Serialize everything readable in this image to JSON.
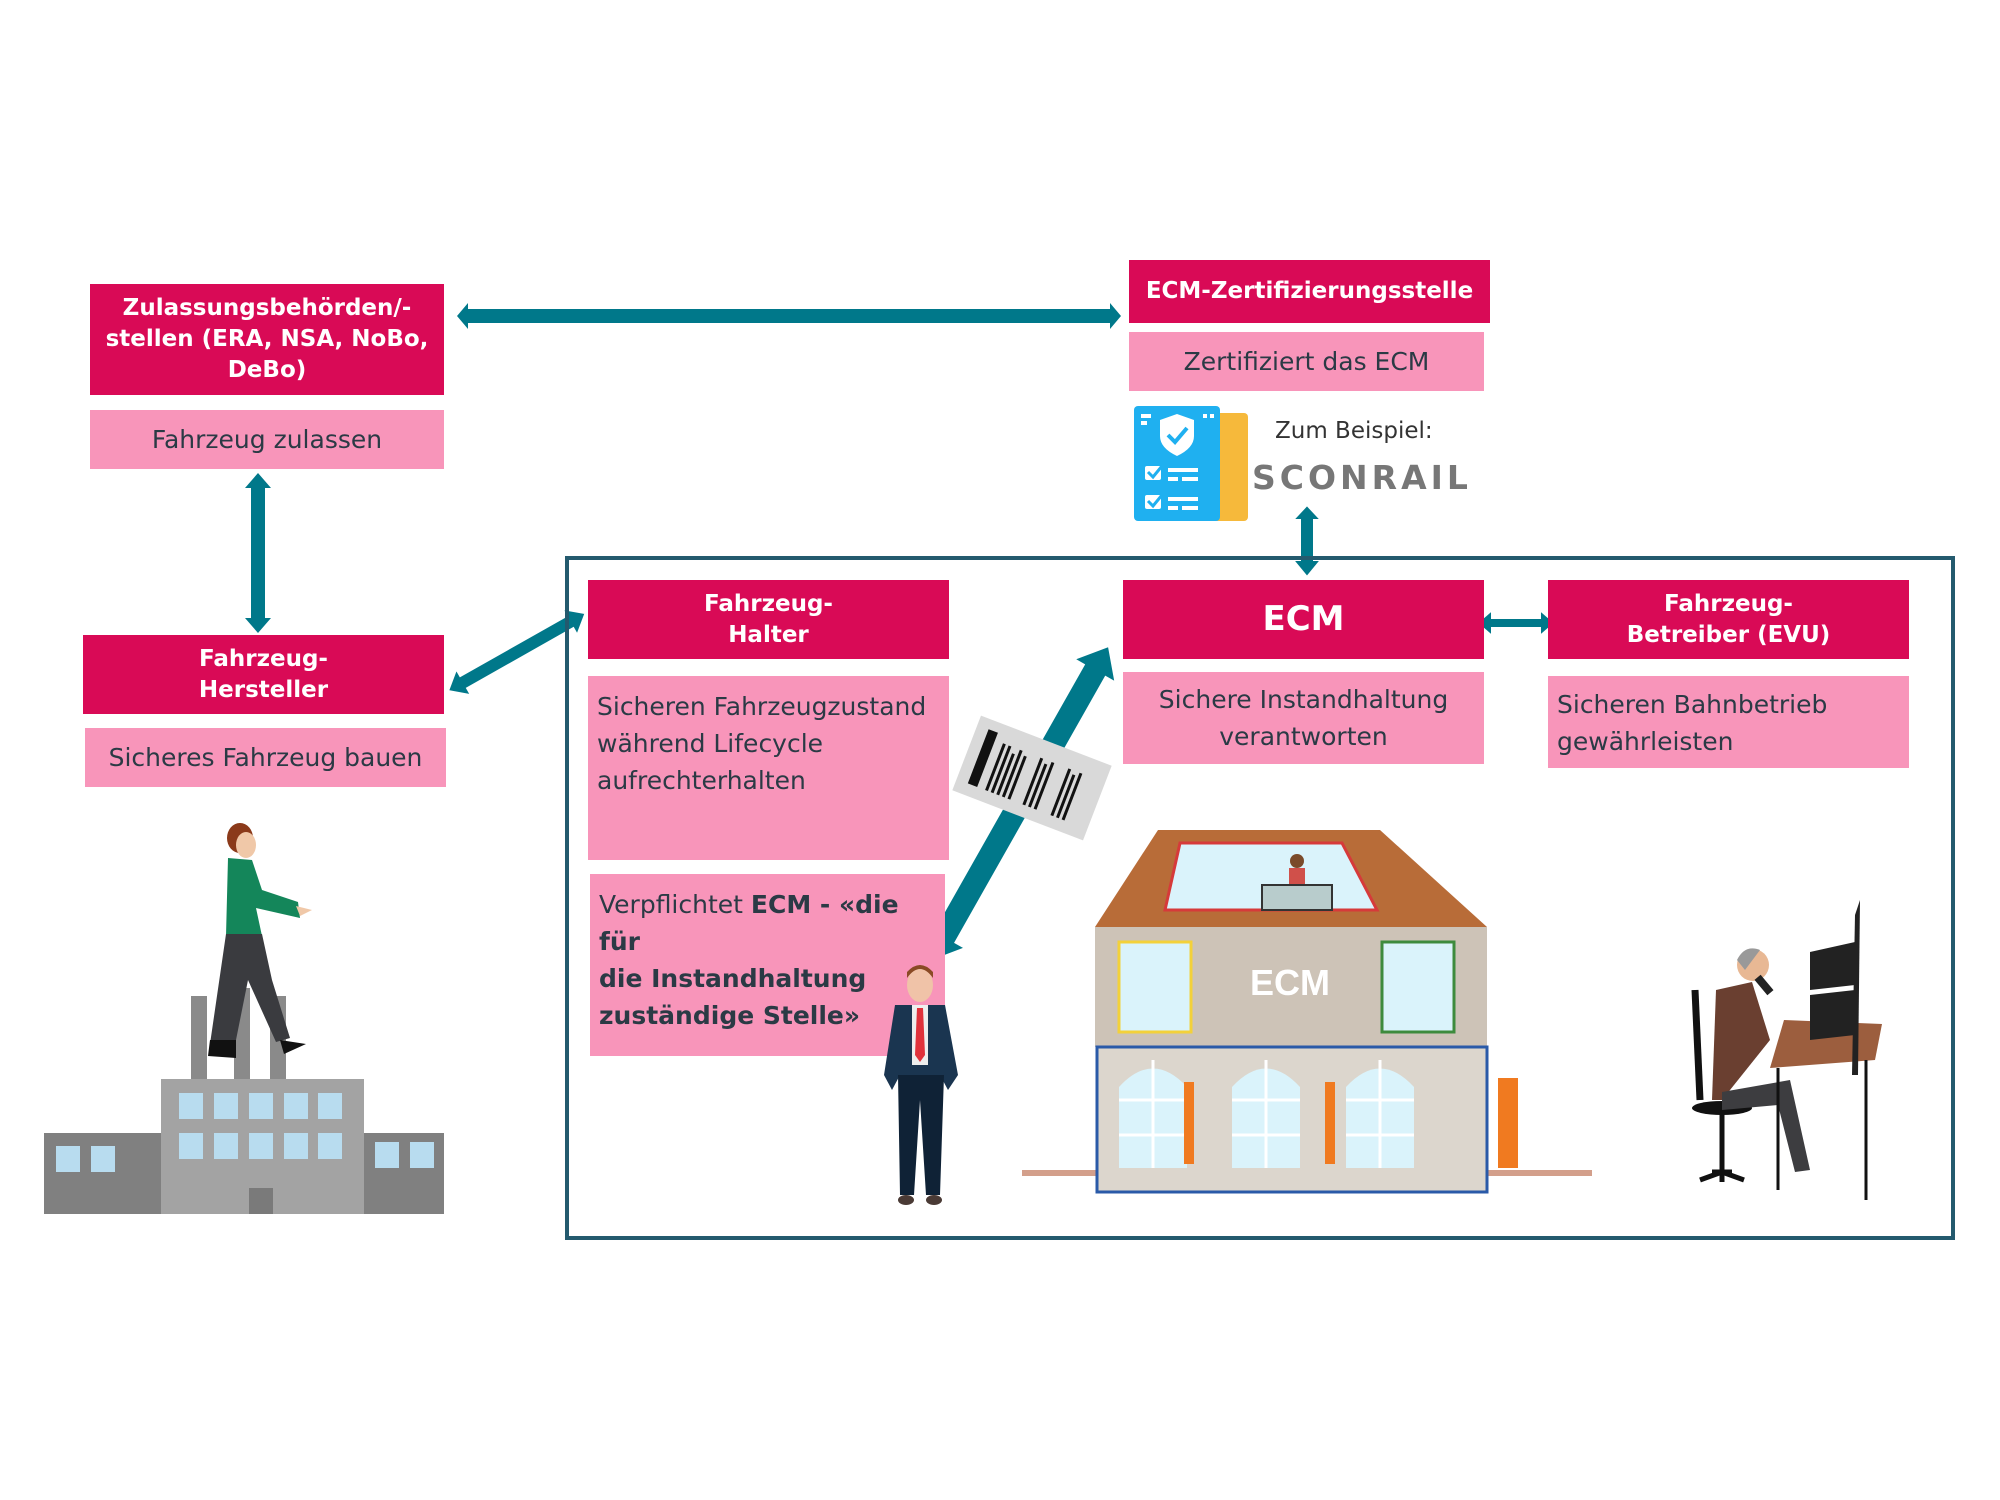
{
  "colors": {
    "header": "#d90a56",
    "body": "#f895ba",
    "arrow": "#00788a",
    "frame": "#245a6e"
  },
  "zulassung": {
    "title_lines": [
      "Zulassungsbehörden/-",
      "stellen (ERA, NSA, NoBo,",
      "DeBo)"
    ],
    "task": "Fahrzeug zulassen"
  },
  "hersteller": {
    "title_lines": [
      "Fahrzeug-",
      "Hersteller"
    ],
    "task": "Sicheres Fahrzeug bauen"
  },
  "zertifizierung": {
    "title": "ECM-Zertifizierungsstelle",
    "task": "Zertifiziert das ECM",
    "example_label": "Zum Beispiel:",
    "example_logo": "SCONRAIL",
    "icon": "certificate-checklist-icon"
  },
  "halter": {
    "title_lines": [
      "Fahrzeug-",
      "Halter"
    ],
    "task_lines": [
      "Sicheren Fahrzeugzustand",
      "während Lifecycle",
      "aufrechterhalten"
    ],
    "duty_prefix": "Verpflichtet ",
    "duty_bold_1": "ECM - «die für",
    "duty_bold_2": "die Instandhaltung",
    "duty_bold_3": "zuständige Stelle»"
  },
  "ecm": {
    "title": "ECM",
    "task_lines": [
      "Sichere Instandhaltung",
      "verantworten"
    ],
    "building_label": "ECM"
  },
  "betreiber": {
    "title_lines": [
      "Fahrzeug-",
      "Betreiber (EVU)"
    ],
    "task_lines": [
      "Sicheren Bahnbetrieb",
      "gewährleisten"
    ]
  },
  "illustrations": {
    "factory": "factory-with-walking-man",
    "holder": "businessman-figure",
    "building": "ecm-building",
    "operator": "operator-at-control-desk",
    "barcode": "barcode-label"
  }
}
